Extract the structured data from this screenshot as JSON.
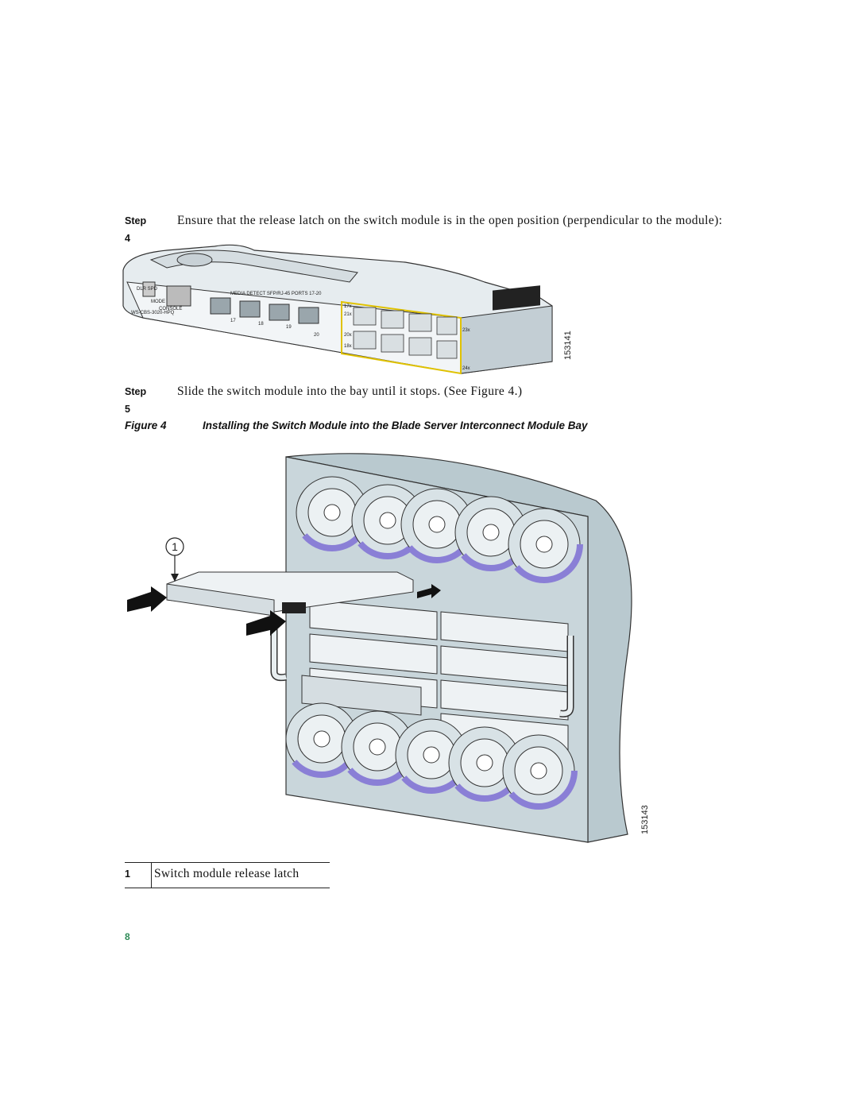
{
  "steps": [
    {
      "label": "Step 4",
      "text": "Ensure that the release latch on the switch module is in the open position (perpendicular to the module):"
    },
    {
      "label": "Step 5",
      "text": "Slide the switch module into the bay until it stops. (See Figure 4.)"
    }
  ],
  "figure": {
    "number": "Figure 4",
    "title": "Installing the Switch Module into the Blade Server Interconnect Module Bay",
    "callout": "1"
  },
  "illustration_ids": {
    "module": "153141",
    "chassis": "153143"
  },
  "module_labels": {
    "dlr_spd": "DLR SPD",
    "mode": "MODE",
    "console": "CONSOLE",
    "model": "WS-CBS-3020-HPQ",
    "media": "MEDIA DETECT SFP/RJ-45 PORTS 17-20",
    "ports_top": [
      "17",
      "18",
      "19",
      "20"
    ],
    "ports_right": [
      "17x",
      "21x",
      "23x",
      "18x",
      "20x",
      "24x"
    ]
  },
  "legend": [
    {
      "number": "1",
      "description": "Switch module release latch"
    }
  ],
  "page_number": "8",
  "colors": {
    "accent_purple": "#8a7fd6",
    "chassis_gray": "#b9c9cf",
    "page_number_green": "#2e8b57"
  }
}
